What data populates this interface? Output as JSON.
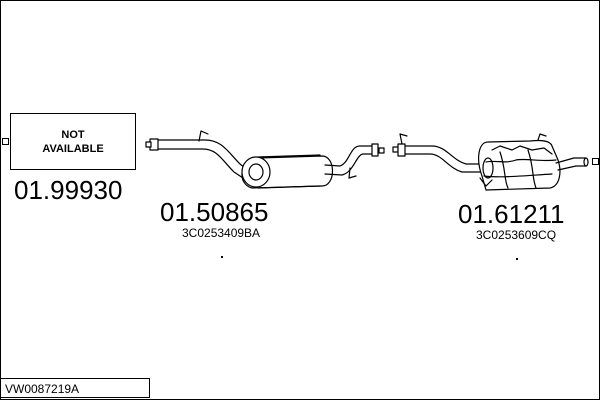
{
  "not_available": {
    "line1": "NOT",
    "line2": "AVAILABLE",
    "part_number": "01.99930"
  },
  "middle_silencer": {
    "part_number": "01.50865",
    "oem_number": "3C0253409BA"
  },
  "rear_silencer": {
    "part_number": "01.61211",
    "oem_number": "3C0253609CQ"
  },
  "footer": {
    "code": "VW0087219A"
  }
}
